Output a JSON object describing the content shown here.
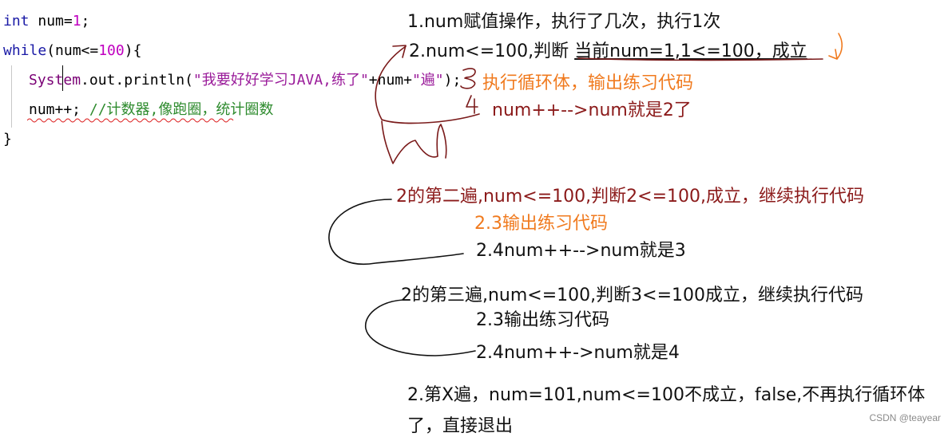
{
  "code": {
    "line1": {
      "kw": "int",
      "rest": " num=",
      "num": "1",
      "end": ";"
    },
    "line2": {
      "kw": "while",
      "a": "(num<=",
      "num": "100",
      "b": "){"
    },
    "line3": {
      "cls1": "Syste",
      "cls2": "m",
      "a": ".out.println(",
      "s1": "\"我要好好学习JAVA,练了\"",
      "b": "+num+",
      "s2": "\"遍\"",
      "c": ");"
    },
    "line4": {
      "a": "num++; ",
      "cmt": "//计数器,像跑圈，统计圈数"
    },
    "line5": {
      "a": "}"
    }
  },
  "notes": {
    "n1": "1.num赋值操作，执行了几次，执行1次",
    "n2a": "2.num<=100,判断 ",
    "n2b": "当前num=1,1<=100，成立",
    "n3": "执行循环体，输出练习代码",
    "n4": "num++-->num就是2了",
    "n5": "2的第二遍,num<=100,判断2<=100,成立，继续执行代码",
    "n6": "2.3输出练习代码",
    "n7": "2.4num++-->num就是3",
    "n8": "2的第三遍,num<=100,判断3<=100成立，继续执行代码",
    "n9": "2.3输出练习代码",
    "n10": "2.4num++->num就是4",
    "n11": "2.第X遍，num=101,num<=100不成立，false,不再执行循环体",
    "n12": "了，直接退出"
  },
  "watermark": "CSDN @teayear",
  "colors": {
    "black": "#111111",
    "maroon": "#8b1a1a",
    "orange": "#f07a1e",
    "pen": "#7a1a1a"
  }
}
